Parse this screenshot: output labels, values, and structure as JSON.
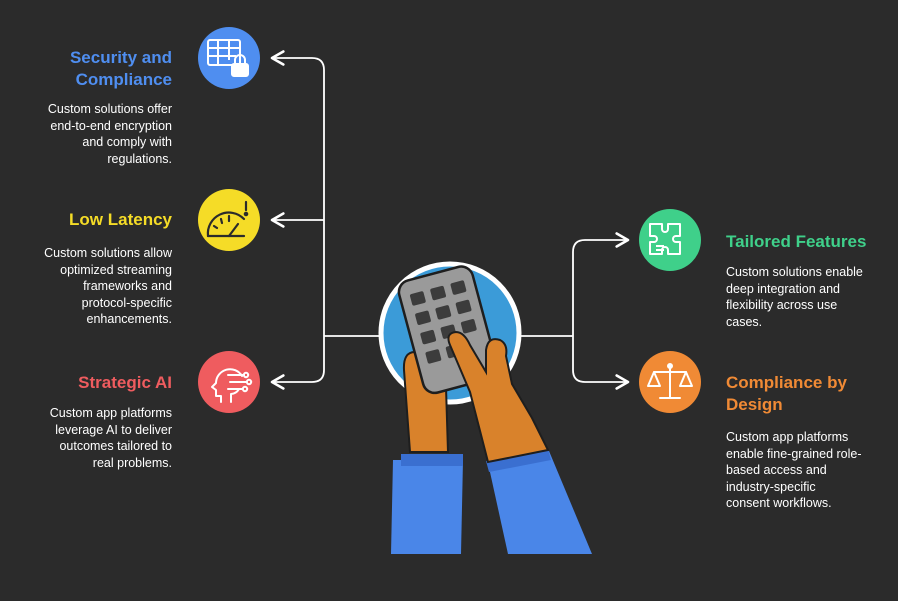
{
  "colors": {
    "background": "#2b2b2b",
    "security": "#4f8ef0",
    "latency": "#f5dc27",
    "strategic": "#ef5c5f",
    "tailored": "#3fd08a",
    "compliance_design": "#f08a35",
    "connector": "#ffffff"
  },
  "features": {
    "security": {
      "title": "Security and\nCompliance",
      "description": "Custom solutions offer\nend-to-end encryption\nand comply with\nregulations.",
      "icon": "spreadsheet-lock-icon"
    },
    "latency": {
      "title": "Low Latency",
      "description": "Custom solutions allow\noptimized streaming\nframeworks and\nprotocol-specific\nenhancements.",
      "icon": "speedometer-icon"
    },
    "strategic": {
      "title": "Strategic AI",
      "description": "Custom app platforms\nleverage AI to deliver\noutcomes tailored to\nreal problems.",
      "icon": "ai-head-icon"
    },
    "tailored": {
      "title": "Tailored Features",
      "description": "Custom solutions enable\ndeep integration and\nflexibility across use\ncases.",
      "icon": "puzzle-icon"
    },
    "compliance_design": {
      "title": "Compliance by\nDesign",
      "description": "Custom app platforms\nenable fine-grained role-\nbased access and\nindustry-specific\nconsent workflows.",
      "icon": "scales-icon"
    }
  },
  "center": {
    "icon": "hands-calculator-icon"
  }
}
